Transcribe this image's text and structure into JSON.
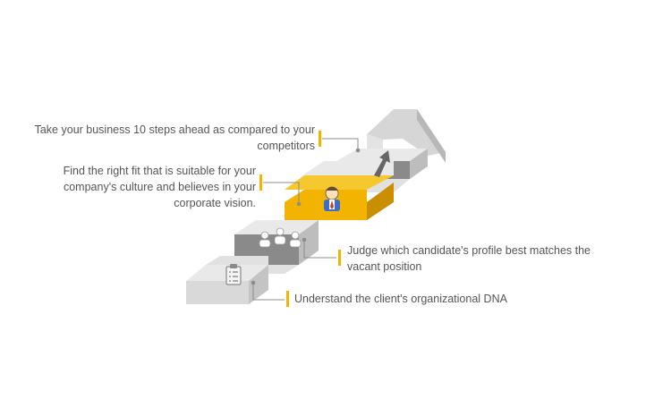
{
  "steps": [
    {
      "text": "Take your business 10 steps ahead as compared to your competitors",
      "icon": "arrow-up-icon"
    },
    {
      "text": "Find the right fit that is suitable for your company's culture and believes in your corporate vision.",
      "icon": "person-icon"
    },
    {
      "text": "Judge which candidate's profile best matches the vacant position",
      "icon": "people-icon"
    },
    {
      "text": "Understand the client's organizational DNA",
      "icon": "clipboard-icon"
    }
  ],
  "colors": {
    "accent": "#F2B400",
    "step_top": "#E9E9E9",
    "step_riser": "#8A8A8A",
    "highlight_top": "#F2B400",
    "highlight_riser": "#C98F00",
    "text": "#555555",
    "connector": "#8C8C8C"
  }
}
